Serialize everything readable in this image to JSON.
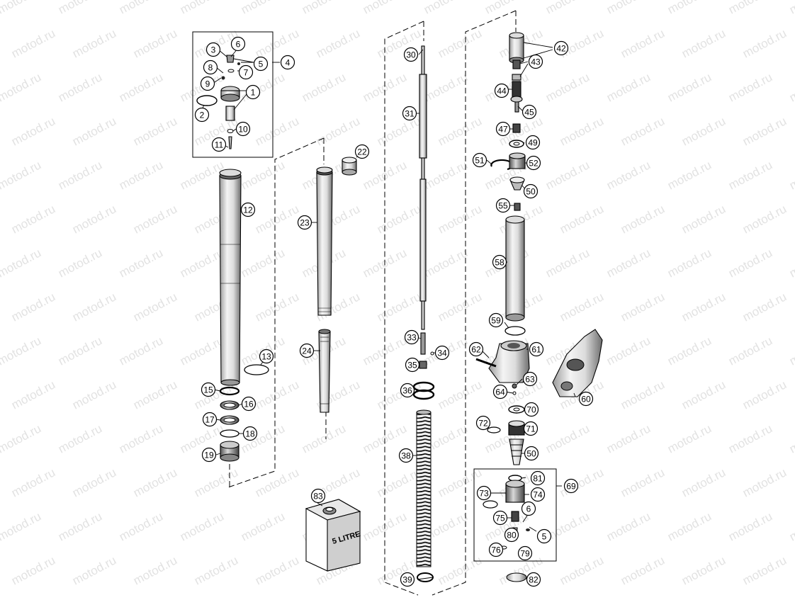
{
  "watermark": "motod.ru",
  "callouts": [
    "1",
    "2",
    "3",
    "4",
    "5",
    "6",
    "7",
    "8",
    "9",
    "10",
    "11",
    "12",
    "13",
    "15",
    "16",
    "17",
    "18",
    "19",
    "22",
    "23",
    "24",
    "30",
    "31",
    "33",
    "34",
    "35",
    "36",
    "38",
    "39",
    "42",
    "43",
    "44",
    "45",
    "47",
    "49",
    "50",
    "51",
    "52",
    "55",
    "58",
    "59",
    "60",
    "61",
    "62",
    "63",
    "64",
    "69",
    "70",
    "71",
    "72",
    "73",
    "74",
    "75",
    "76",
    "79",
    "80",
    "81",
    "82",
    "83"
  ],
  "oil_can_label": "5 LITRE",
  "colors": {
    "line": "#000000",
    "watermark": "#e2e2e2",
    "background": "#ffffff"
  }
}
